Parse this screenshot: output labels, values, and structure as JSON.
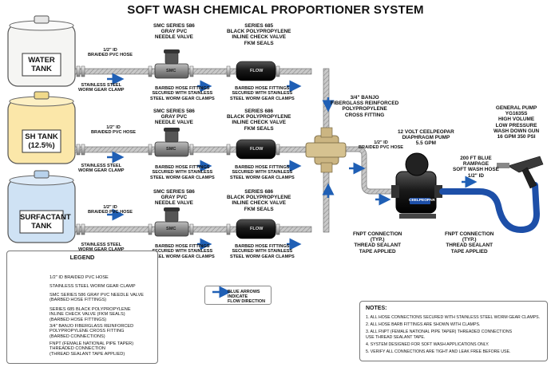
{
  "title": "SOFT WASH CHEMICAL PROPORTIONER SYSTEM",
  "colors": {
    "water_tank": "#f5f5f3",
    "sh_tank": "#fbe7a9",
    "surfactant_tank": "#cfe2f4",
    "flow_arrow": "#1f5fb5",
    "blue_hose": "#1d4fa8",
    "pvc_valve": "#8c8c8c",
    "inline_valve": "#222222",
    "banjo_fitting": "#cbb582"
  },
  "tanks": [
    {
      "line1": "WATER",
      "line2": "TANK"
    },
    {
      "line1": "SH TANK",
      "line2": "(12.5%)"
    },
    {
      "line1": "SURFACTANT",
      "line2": "TANK"
    }
  ],
  "rows": [
    {
      "hose_label": "1/2\" ID\nBRAIDED PVC HOSE",
      "clamp_label": "STAINLESS STEEL\nWORM GEAR CLAMP",
      "needle_valve": "SMC SERIES 586\nGRAY PVC\nNEEDLE VALVE",
      "barbed_note": "BARBED HOSE FITTINGS\nSECURED WITH STAINLESS\nSTEEL WORM GEAR CLAMPS",
      "check_valve": "SERIES 685\nBLACK POLYPROPYLENE\nINLINE CHECK VALVE\nFKM SEALS",
      "barbed_note2": "BARBED HOSE FITTINGS\nSECURED WITH STAINLESS\nSTEEL WORM GEAR CLAMPS"
    },
    {
      "hose_label": "1/2\" ID\nBRAIDED PVC HOSE",
      "clamp_label": "STAINLESS STEEL\nWORM GEAR CLAMP",
      "needle_valve": "SMC SERIES 586\nGRAY PVC\nNEEDLE VALVE",
      "barbed_note": "BARBED HOSE FITTINGS\nSECURED WITH STAINLESS\nSTEEL WORM GEAR CLAMPS",
      "check_valve": "SERIES 686\nBLACK POLYPROPYLENE\nINLINE CHECK VALVE\nFKM SEALS",
      "barbed_note2": "BARBED HOSE FITTINGS\nSECURED WITH STAINLESS\nSTEEL WORM GEAR CLAMPS"
    },
    {
      "hose_label": "1/2\" ID\nBRAIDED PVC HOSE",
      "clamp_label": "STAINLESS STEEL\nWORM GEAR CLAMP",
      "needle_valve": "SMC SERIES 586\nGRAY PVC\nNEEDLE VALVE",
      "barbed_note": "BARBED HOSE FITTINGS\nSECURED WITH STAINLESS\nSTEEL WORM GEAR CLAMPS",
      "check_valve": "SERIES 686\nBLACK POLYPROPYLENE\nINLINE CHECK VALVE\nFKM SEALS",
      "barbed_note2": "BARBED HOSE FITTINGS\nSECURED WITH STAINLESS\nSTEEL WORM GEAR CLAMPS"
    }
  ],
  "clamp_label_top": "STAINLESS STEEL\nWORM GEAR CLAMP",
  "valve_badge": "SMC",
  "flow_badge": "FLOW",
  "banjo_label": "3/4\" BANJO\nFIBERGLASS REINFORCED\nPOLYPROPYLENE\nCROSS FITTING",
  "outlet_hose_label": "1/2\" ID\nBRAIDED PVC HOSE",
  "pump_label": "12 VOLT CEELPEOPAR\nDIAPHRAGM PUMP\n5.5 GPM",
  "pump_badge": "CEELPEOPAR",
  "blue_hose_label": "200 FT BLUE\nRAMPAGE\nSOFT WASH HOSE\n1/2\" ID",
  "gun_label": "GENERAL PUMP\nYG1635S\nHIGH VOLUME\nLOW PRESSURE\nWASH DOWN GUN\n16 GPM 350 PSI",
  "fnpt_left": "FNPT CONNECTION\n(TYP.)\nTHREAD SEALANT\nTAPE APPLIED",
  "fnpt_right": "FNPT CONNECTION\n(TYP.)\nTHREAD SEALANT\nTAPE APPLIED",
  "arrow_note": "BLUE ARROWS INDICATE\nFLOW DIRECTION",
  "legend": {
    "title": "LEGEND",
    "items": [
      "1/2\" ID BRAIDED PVC HOSE",
      "STAINLESS STEEL WORM GEAR CLAMP",
      "SMC SERIES 586 GRAY PVC NEEDLE VALVE\n(BARBED HOSE FITTINGS)",
      "SERIES 685 BLACK POLYPROPYLENE\nINLINE CHECK VALVE (FKM SEALS)\n(BARBED HOSE FITTINGS)",
      "3/4\" BANJO FIBERGLASS REINFORCED\nPOLYPROPYLENE CROSS FITTING\n(BARBED CONNECTIONS)",
      "FNPT (FEMALE NATIONAL PIPE TAPER)\nTHREADED CONNECTION\n(THREAD SEALANT TAPE APPLIED)"
    ]
  },
  "notes": {
    "title": "NOTES:",
    "items": [
      "1.  ALL HOSE CONNECTIONS SECURED WITH STAINLESS STEEL WORM GEAR CLAMPS.",
      "2.  ALL HOSE BARB FITTINGS ARE SHOWN WITH CLAMPS.",
      "3.  ALL FNPT (FEMALE NATIONAL PIPE TAPER) THREADED CONNECTIONS",
      "     USE THREAD SEALANT TAPE.",
      "4.  SYSTEM DESIGNED FOR SOFT WASH APPLICATIONS ONLY.",
      "5.  VERIFY ALL CONNECTIONS ARE TIGHT AND LEAK FREE BEFORE USE."
    ]
  }
}
